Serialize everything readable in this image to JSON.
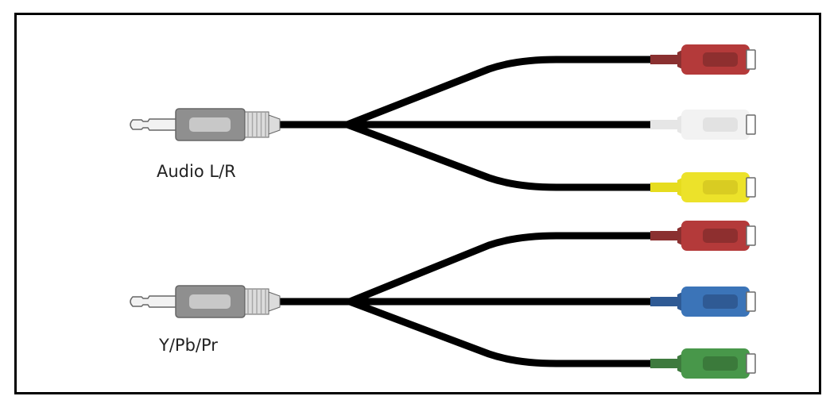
{
  "cables": [
    {
      "label": "Audio L/R",
      "plugs": [
        {
          "color_name": "red",
          "body": "#b43a3a",
          "neck": "#8a3030",
          "center": "#8e2f2f"
        },
        {
          "color_name": "white",
          "body": "#f2f2f2",
          "neck": "#e6e6e6",
          "center": "#e2e2e2"
        },
        {
          "color_name": "yellow",
          "body": "#ece22a",
          "neck": "#e6dc1e",
          "center": "#d9cc22"
        }
      ]
    },
    {
      "label": "Y/Pb/Pr",
      "plugs": [
        {
          "color_name": "red",
          "body": "#b43a3a",
          "neck": "#8a3030",
          "center": "#8e2f2f"
        },
        {
          "color_name": "blue",
          "body": "#3b74b8",
          "neck": "#2f5a94",
          "center": "#2f5a94"
        },
        {
          "color_name": "green",
          "body": "#48974a",
          "neck": "#3e7a3e",
          "center": "#3b7a3b"
        }
      ]
    }
  ],
  "colors": {
    "wire": "#000000",
    "frame": "#000000",
    "jack_metal": "#f2f2f2",
    "jack_outline": "#666666",
    "jack_body": "#8f8f8f",
    "jack_body_highlight": "#c8c8c8",
    "jack_ridges": "#dcdcdc"
  }
}
